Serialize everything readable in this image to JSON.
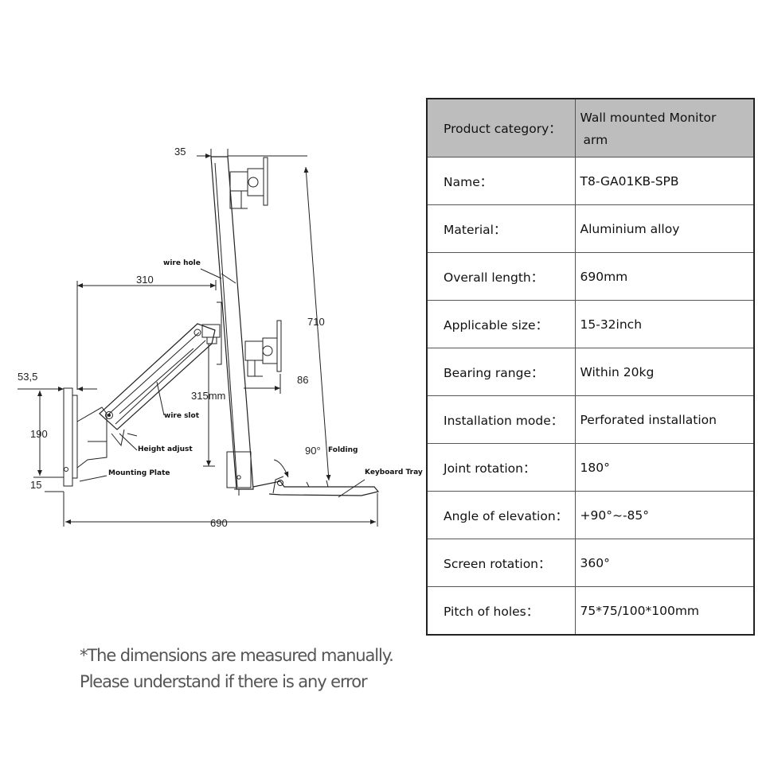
{
  "drawing": {
    "dimensions": {
      "d35": "35",
      "d310": "310",
      "d710": "710",
      "d86": "86",
      "d53_5": "53,5",
      "d190": "190",
      "d315": "315mm",
      "d15": "15",
      "d90": "90°",
      "d690": "690"
    },
    "callouts": {
      "wire_hole": "wire hole",
      "wire_slot": "wire slot",
      "height_adjust": "Height adjust",
      "mounting_plate": "Mounting Plate",
      "folding": "Folding",
      "keyboard_tray": "Keyboard Tray"
    }
  },
  "spec_table": {
    "header": {
      "key": "Product category：",
      "value_line1": "Wall mounted Monitor",
      "value_line2": "arm"
    },
    "rows": [
      {
        "key": "Name：",
        "value": "T8-GA01KB-SPB"
      },
      {
        "key": "Material：",
        "value": "Aluminium alloy"
      },
      {
        "key": "Overall length：",
        "value": "690mm"
      },
      {
        "key": "Applicable size：",
        "value": "15-32inch"
      },
      {
        "key": "Bearing range：",
        "value": "Within 20kg"
      },
      {
        "key": "Installation mode：",
        "value": "Perforated installation"
      },
      {
        "key": "Joint rotation：",
        "value": "180°"
      },
      {
        "key": "Angle of elevation：",
        "value": "+90°~-85°"
      },
      {
        "key": "Screen rotation：",
        "value": "360°"
      },
      {
        "key": "Pitch of holes：",
        "value": "75*75/100*100mm"
      }
    ]
  },
  "footnote": {
    "line1": "*The dimensions are measured manually.",
    "line2": "Please understand if there is any error"
  }
}
